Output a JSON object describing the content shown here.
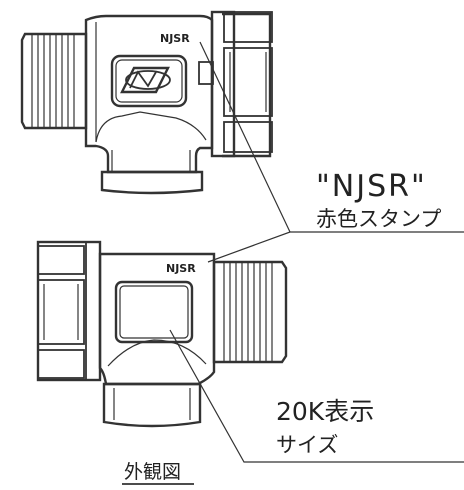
{
  "drawing": {
    "top_view_stamp_text": "NJSR",
    "bottom_view_stamp_text": "NJSR"
  },
  "callouts": {
    "stamp_label_quoted": "\"NJSR\"",
    "stamp_label_desc": "赤色スタンプ",
    "size_label_line1": "20K表示",
    "size_label_line2": "サイズ"
  },
  "caption": {
    "title": "外観図"
  }
}
